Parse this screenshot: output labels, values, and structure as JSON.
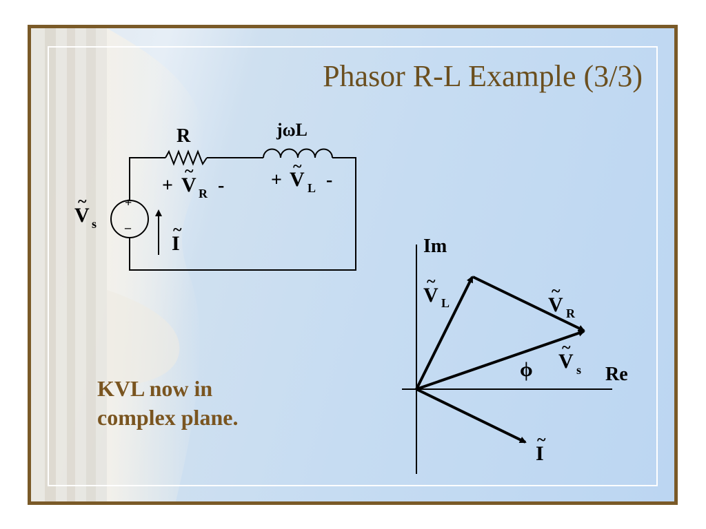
{
  "title": "Phasor R-L Example  (3/3)",
  "body_text": [
    "KVL now in",
    "complex plane."
  ],
  "colors": {
    "frame": "#7a5a28",
    "title": "#6b4f1f",
    "body_text": "#7a5520",
    "background": "#c6dcf2"
  },
  "circuit": {
    "resistor_label": "R",
    "inductor_label": "jωL",
    "source_label": "V",
    "source_subscript": "s",
    "source_plus": "+",
    "source_minus": "–",
    "vr": {
      "plus": "+",
      "symbol": "V",
      "subscript": "R",
      "minus": "-"
    },
    "vl": {
      "plus": "+",
      "symbol": "V",
      "subscript": "L",
      "minus": "-"
    },
    "current_label": "I"
  },
  "phasor_diagram": {
    "axis_re": "Re",
    "axis_im": "Im",
    "angle_label": "ϕ",
    "vl": {
      "symbol": "V",
      "subscript": "L"
    },
    "vr": {
      "symbol": "V",
      "subscript": "R"
    },
    "vs": {
      "symbol": "V",
      "subscript": "s"
    },
    "current": {
      "symbol": "I"
    },
    "tilde": "~"
  }
}
